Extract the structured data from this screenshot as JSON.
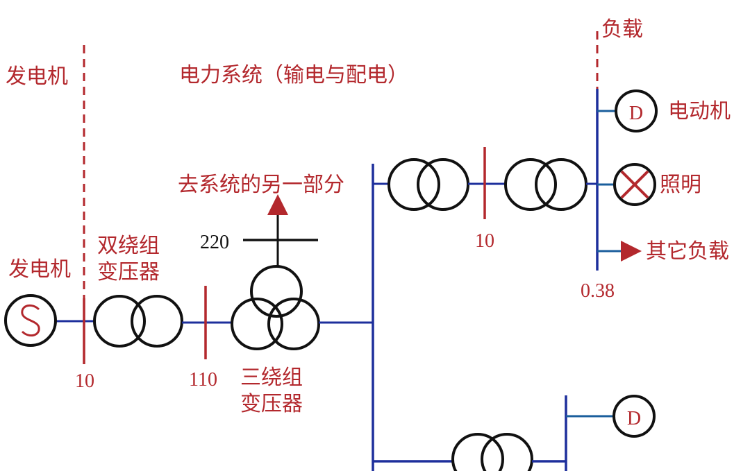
{
  "colors": {
    "red": "#b3282d",
    "blue": "#1d2f9c",
    "teal": "#1a5e9c",
    "black": "#111111"
  },
  "labels": {
    "generator_top": "发电机",
    "system_title": "电力系统（输电与配电）",
    "load_top": "负载",
    "generator_side": "发电机",
    "two_winding_l1": "双绕组",
    "two_winding_l2": "变压器",
    "three_winding_l1": "三绕组",
    "three_winding_l2": "变压器",
    "to_other_part": "去系统的另一部分",
    "motor": "电动机",
    "lighting": "照明",
    "other_load": "其它负载"
  },
  "symbols": {
    "generator": "S",
    "motor_top": "D",
    "motor_bottom": "D"
  },
  "voltages": {
    "gen_bus": "10",
    "hv_bus": "110",
    "branch": "220",
    "mid_bus": "10",
    "load_bus": "0.38"
  }
}
